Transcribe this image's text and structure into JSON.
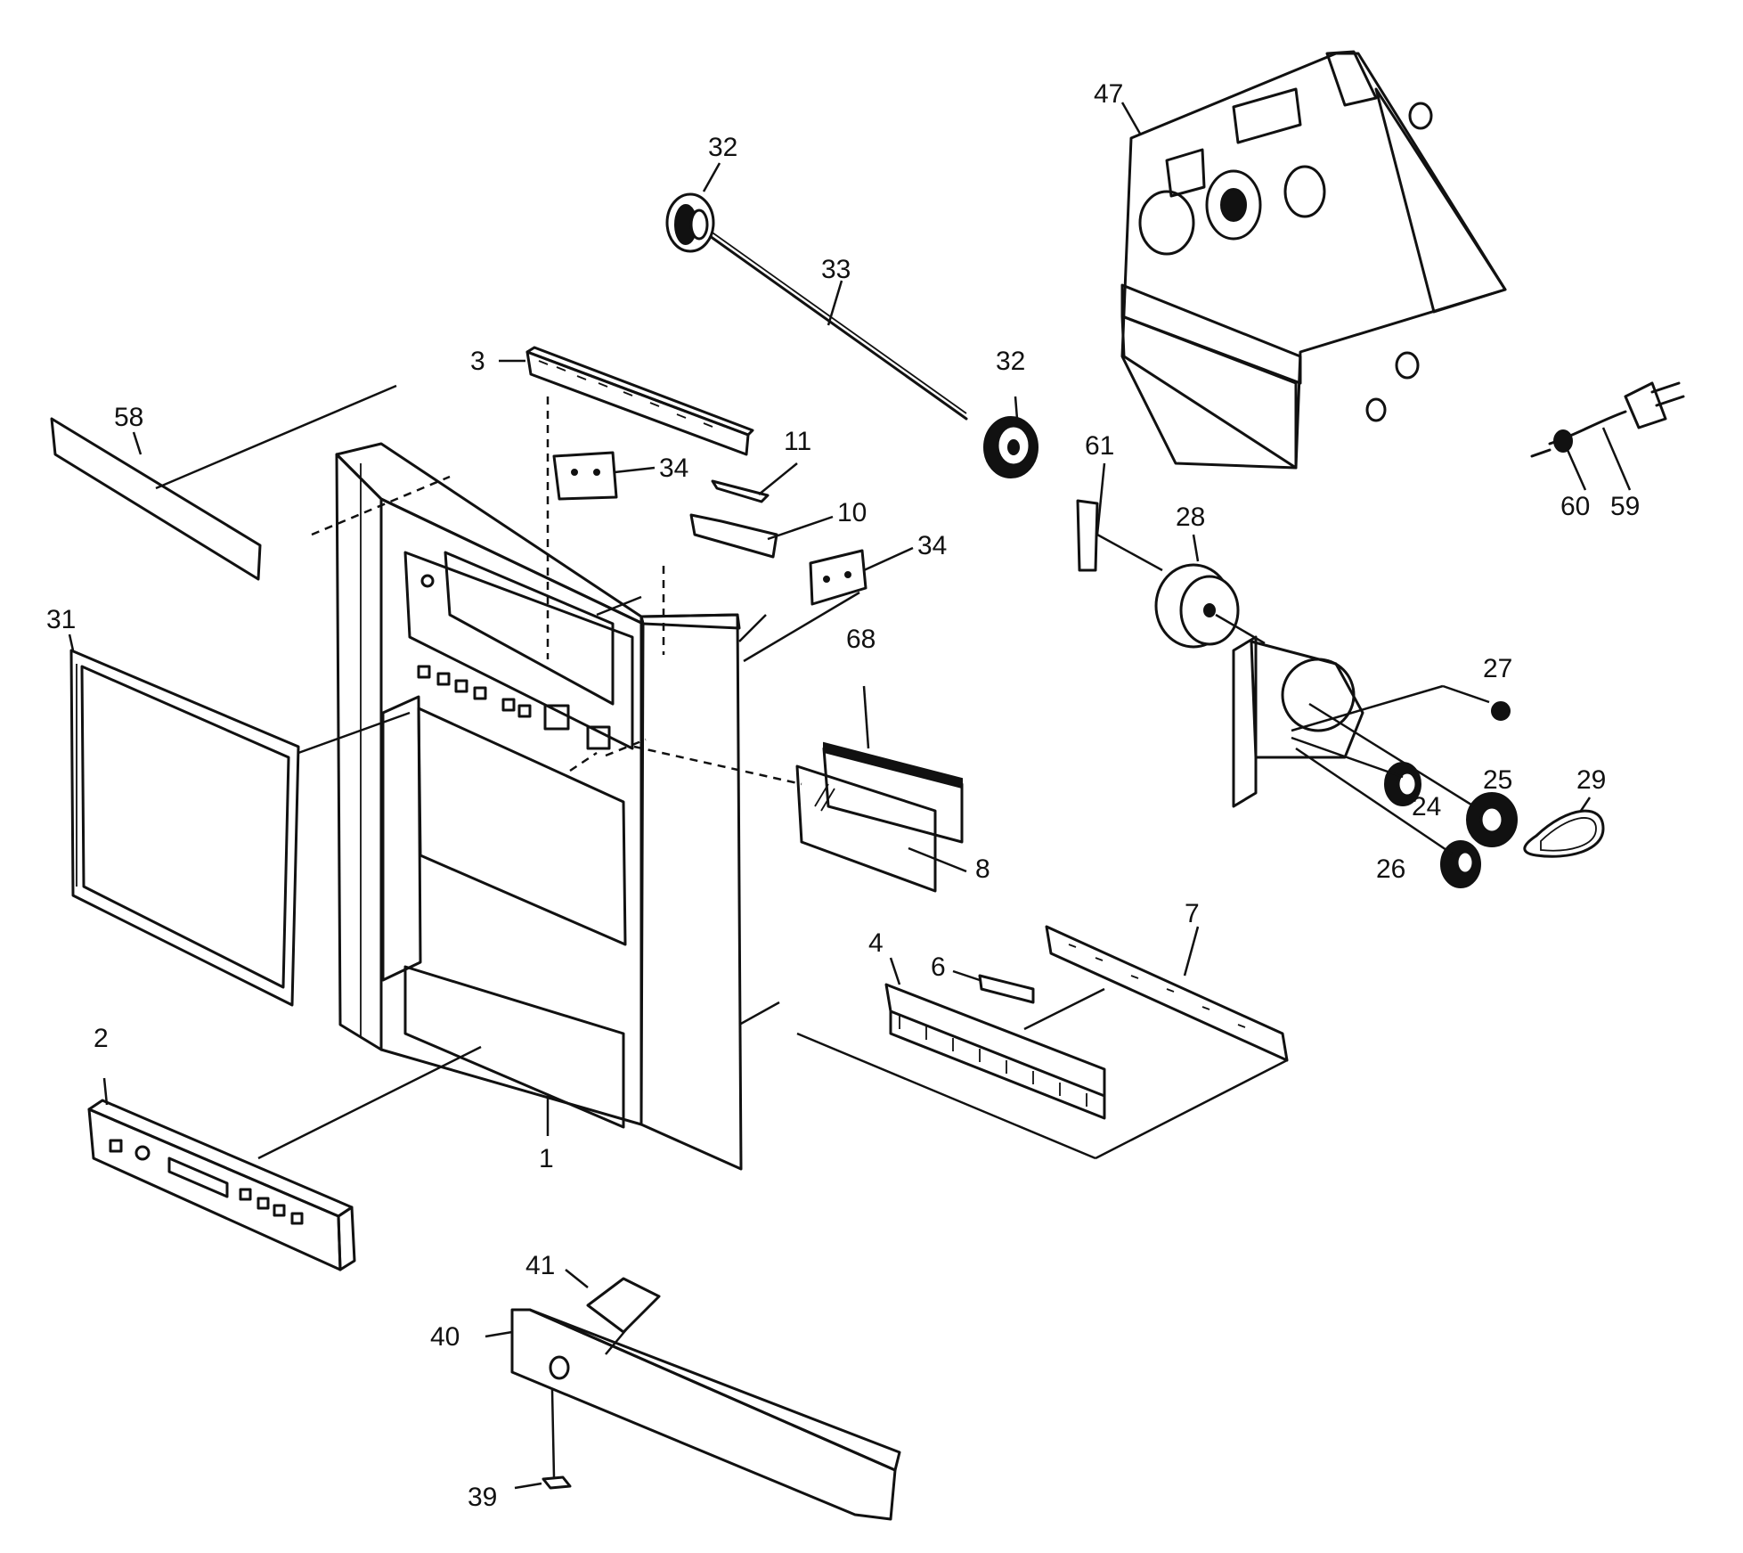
{
  "callouts": {
    "c1": "1",
    "c2": "2",
    "c3": "3",
    "c4": "4",
    "c6": "6",
    "c7": "7",
    "c8": "8",
    "c10": "10",
    "c11": "11",
    "c24": "24",
    "c25": "25",
    "c26": "26",
    "c27": "27",
    "c28": "28",
    "c29": "29",
    "c31": "31",
    "c32a": "32",
    "c32b": "32",
    "c33": "33",
    "c34a": "34",
    "c34b": "34",
    "c39": "39",
    "c40": "40",
    "c41": "41",
    "c47": "47",
    "c58": "58",
    "c59": "59",
    "c60": "60",
    "c61": "61",
    "c68": "68"
  }
}
